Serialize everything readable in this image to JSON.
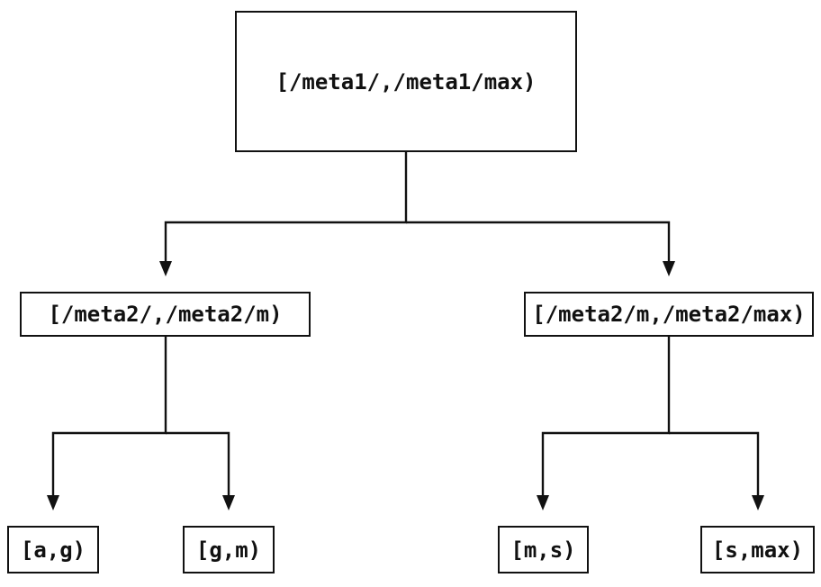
{
  "diagram": {
    "type": "tree",
    "background": "#ffffff",
    "line_color": "#111111",
    "text_color": "#111111",
    "nodes": {
      "root": {
        "label": "[/meta1/,/meta1/max)"
      },
      "mid_left": {
        "label": "[/meta2/,/meta2/m)"
      },
      "mid_right": {
        "label": "[/meta2/m,/meta2/max)"
      },
      "leaf_ag": {
        "label": "[a,g)"
      },
      "leaf_gm": {
        "label": "[g,m)"
      },
      "leaf_ms": {
        "label": "[m,s)"
      },
      "leaf_smax": {
        "label": "[s,max)"
      }
    },
    "edges": [
      {
        "from": "root",
        "to": "mid_left"
      },
      {
        "from": "root",
        "to": "mid_right"
      },
      {
        "from": "mid_left",
        "to": "leaf_ag"
      },
      {
        "from": "mid_left",
        "to": "leaf_gm"
      },
      {
        "from": "mid_right",
        "to": "leaf_ms"
      },
      {
        "from": "mid_right",
        "to": "leaf_smax"
      }
    ]
  }
}
